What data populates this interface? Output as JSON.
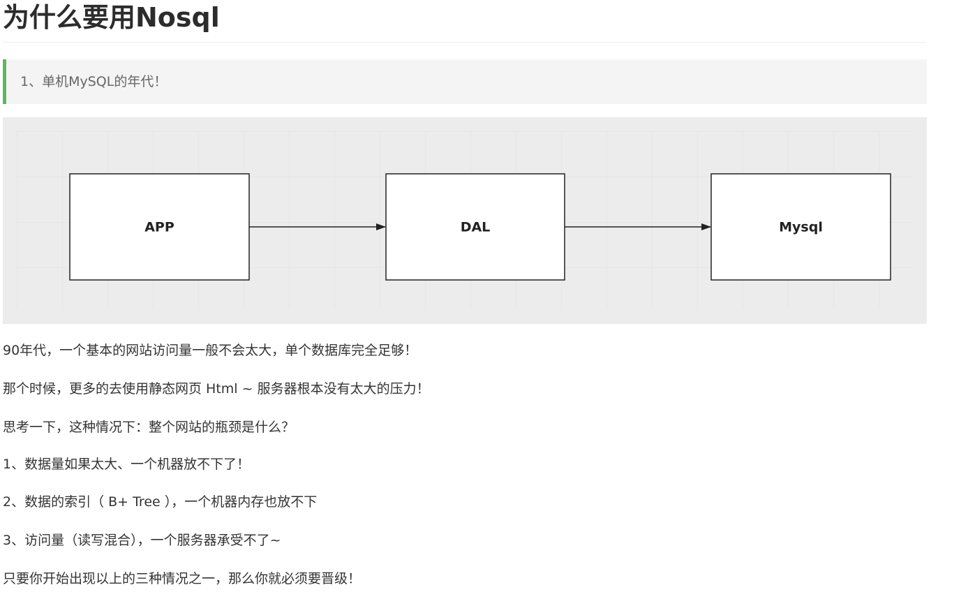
{
  "heading": "为什么要用Nosql",
  "quote": "1、单机MySQL的年代！",
  "diagram": {
    "nodes": [
      {
        "label": "APP"
      },
      {
        "label": "DAL"
      },
      {
        "label": "Mysql"
      }
    ],
    "edges": [
      {
        "from": "APP",
        "to": "DAL"
      },
      {
        "from": "DAL",
        "to": "Mysql"
      }
    ]
  },
  "paragraphs": [
    "90年代，一个基本的网站访问量一般不会太大，单个数据库完全足够！",
    "那个时候，更多的去使用静态网页 Html ~ 服务器根本没有太大的压力！",
    "思考一下，这种情况下：整个网站的瓶颈是什么？",
    "1、数据量如果太大、一个机器放不下了！",
    "2、数据的索引（ B+ Tree ），一个机器内存也放不下",
    "3、访问量（读写混合），一个服务器承受不了~",
    "只要你开始出现以上的三种情况之一，那么你就必须要晋级！"
  ],
  "colors": {
    "quote_accent": "#5cb85c",
    "grid_line": "#e6e6e6",
    "box_stroke": "#222222"
  }
}
